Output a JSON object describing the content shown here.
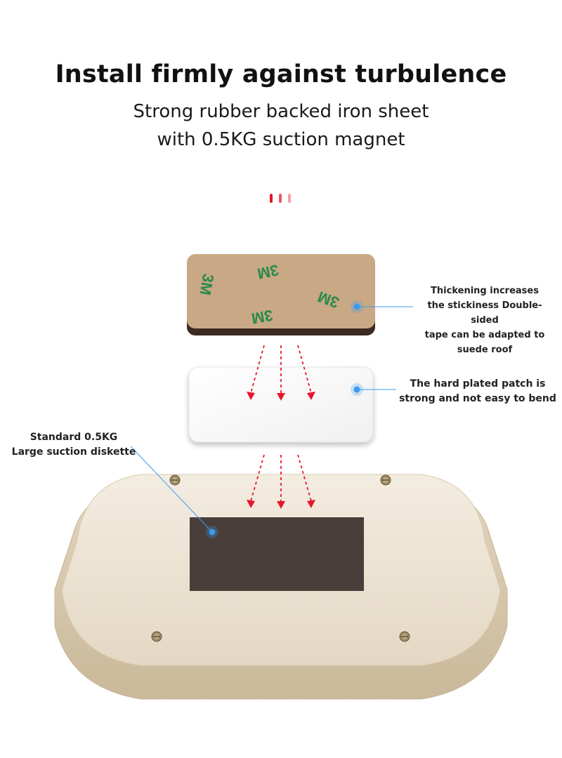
{
  "header": {
    "title": "Install firmly against turbulence",
    "subtitle_line1": "Strong rubber backed iron sheet",
    "subtitle_line2": "with 0.5KG suction magnet"
  },
  "decor": {
    "dot_colors": [
      "#e8162a",
      "#ee5560",
      "#f4a0a6"
    ],
    "arrow_color": "#e8162a",
    "leader_color": "#3a9bf0"
  },
  "tape": {
    "brand_marks": [
      "3M",
      "3M",
      "3M",
      "3M"
    ],
    "color": "#c9a885",
    "mark_color": "#2a8a4e"
  },
  "callouts": {
    "tape": {
      "lines": [
        "Thickening increases",
        "the stickiness Double-sided",
        "tape can be adapted to suede roof"
      ]
    },
    "patch": {
      "lines": [
        "The hard plated patch is",
        "strong and not easy to bend"
      ]
    },
    "magnet": {
      "lines": [
        "Standard 0.5KG",
        "Large suction diskette"
      ]
    }
  }
}
